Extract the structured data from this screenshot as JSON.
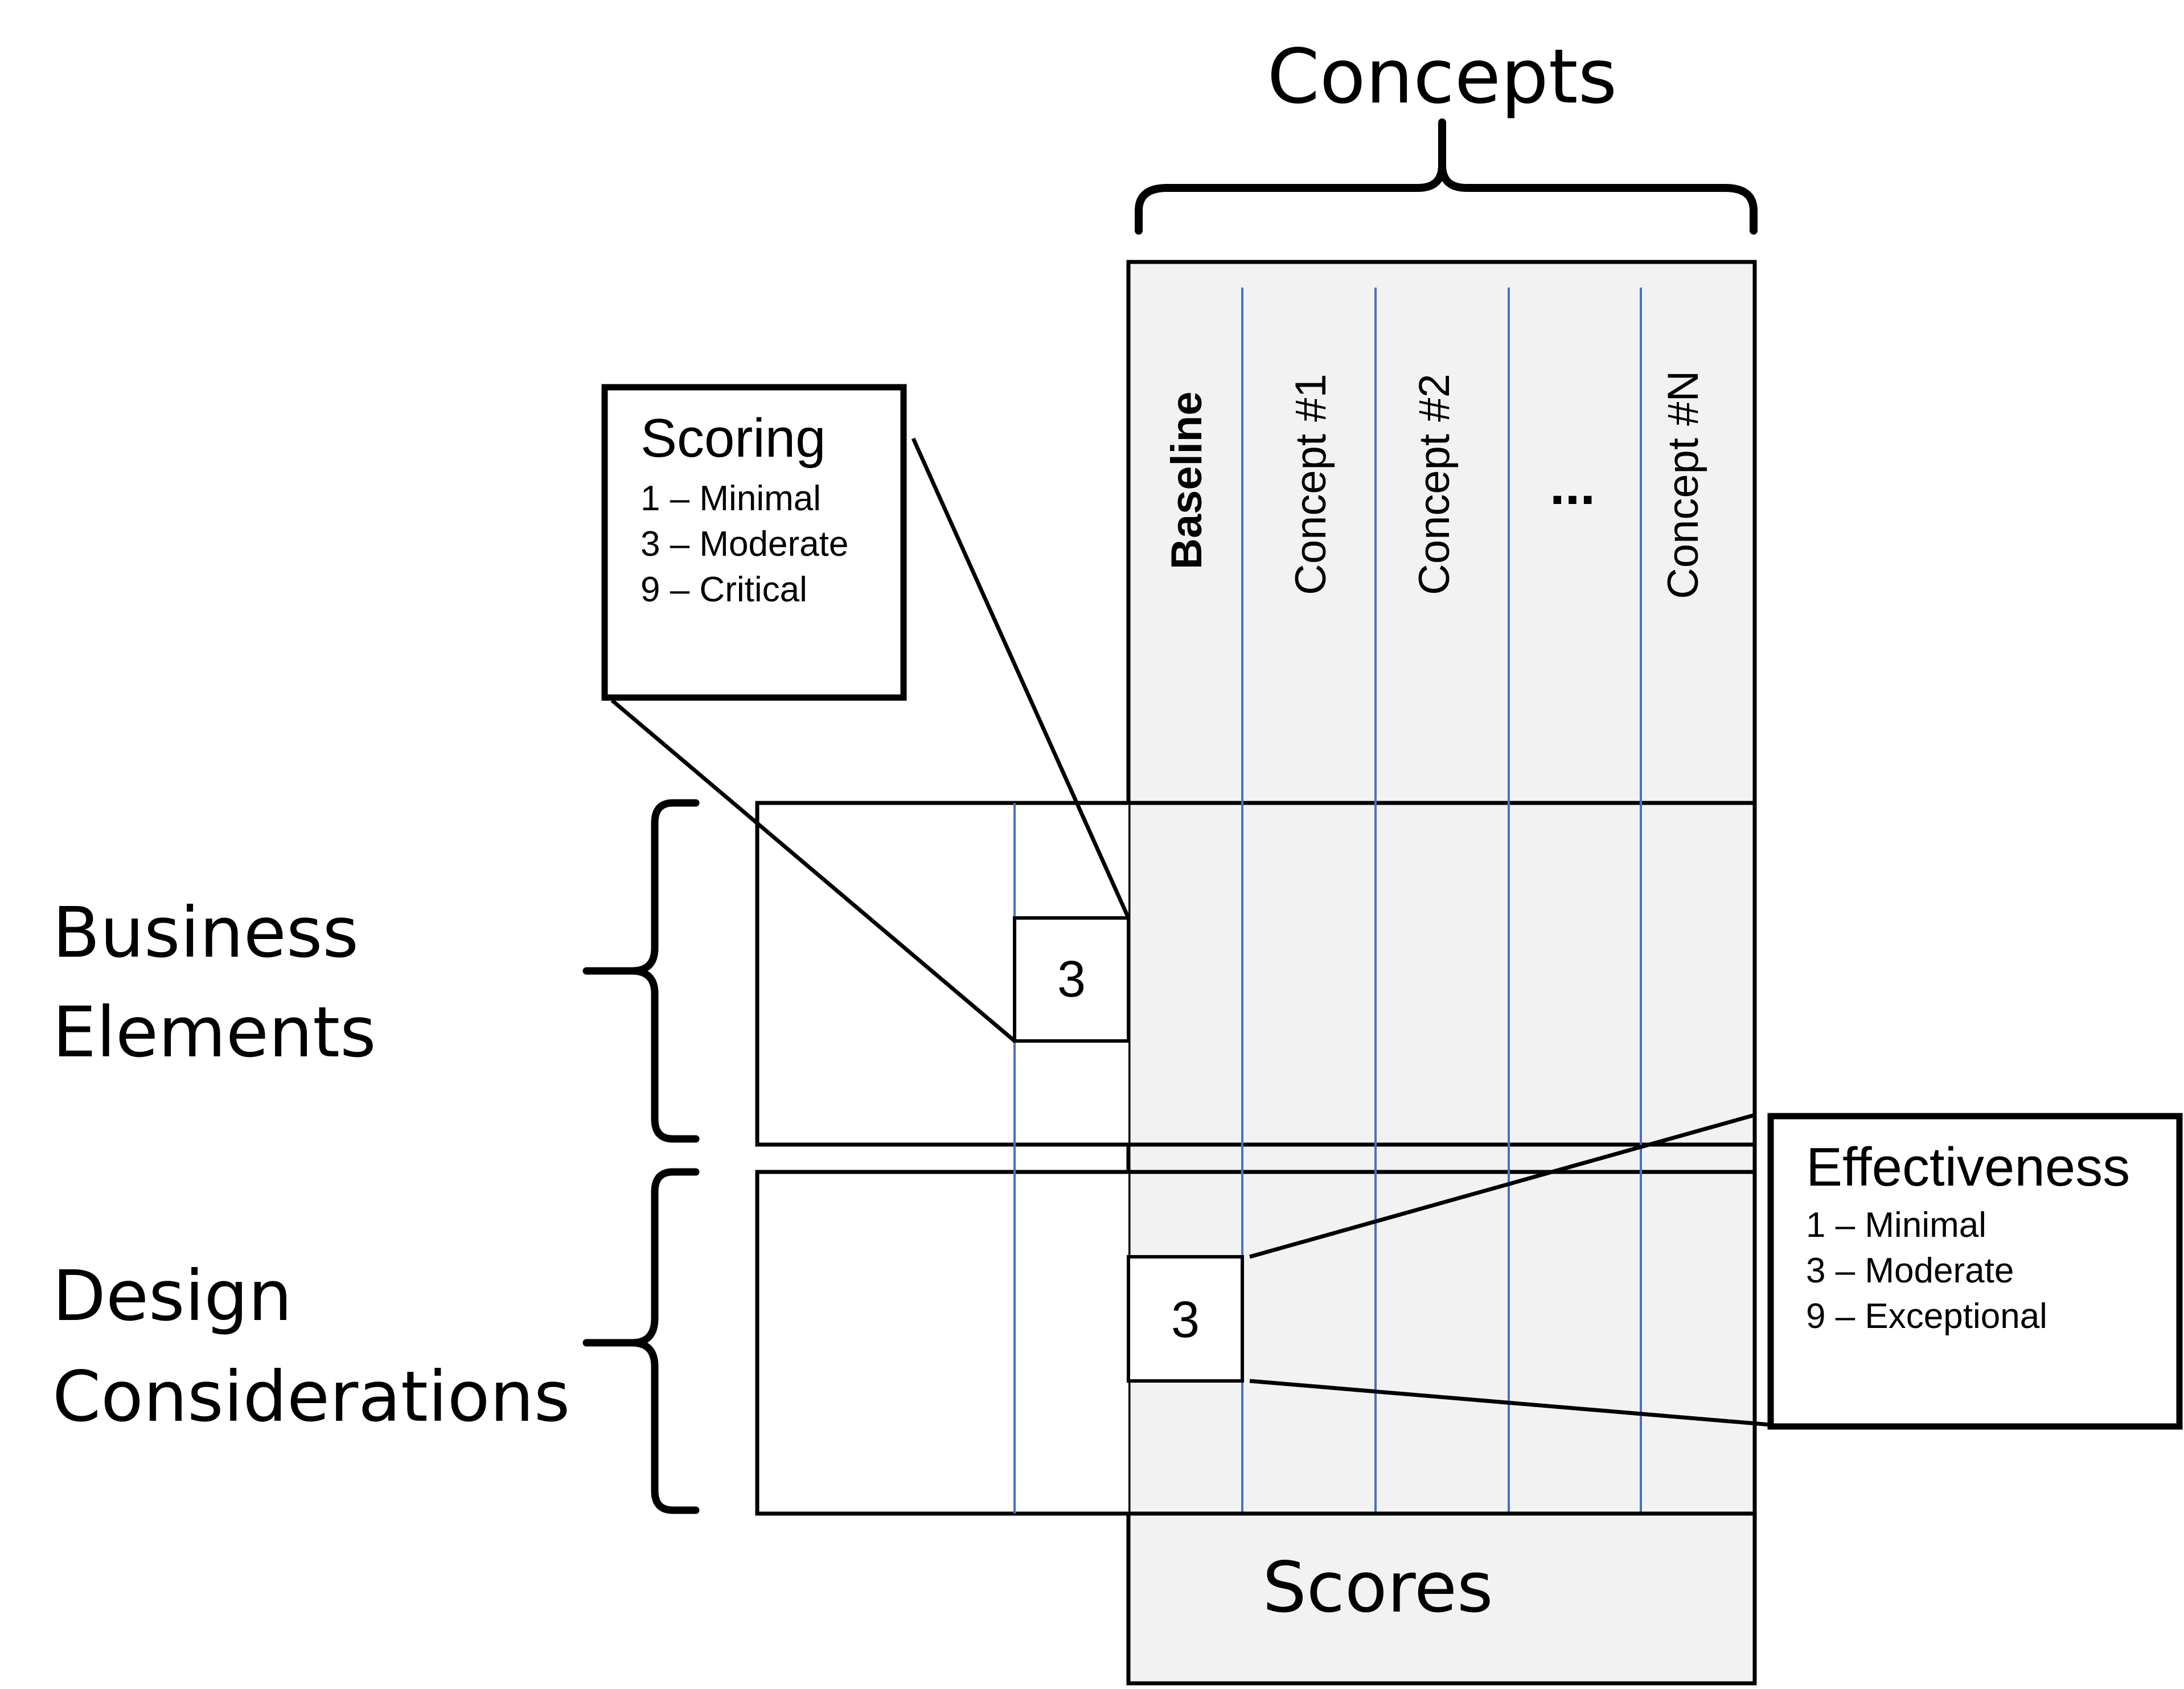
{
  "title": "Concepts",
  "columns": [
    "Baseline",
    "Concept #1",
    "Concept #2",
    "...",
    "Concept #N"
  ],
  "row_groups": [
    {
      "line1": "Business",
      "line2": "Elements"
    },
    {
      "line1": "Design",
      "line2": "Considerations"
    }
  ],
  "scoring_box": {
    "title": "Scoring",
    "items": [
      "1 – Minimal",
      "3 – Moderate",
      "9 – Critical"
    ]
  },
  "effectiveness_box": {
    "title": "Effectiveness",
    "items": [
      "1 – Minimal",
      "3 – Moderate",
      "9 – Exceptional"
    ]
  },
  "sample_cells": {
    "business": "3",
    "design": "3"
  },
  "footer": "Scores",
  "colors": {
    "stroke": "#000000",
    "column_divider": "#4a72b8",
    "matrix_fill": "#f2f2f2",
    "background": "#ffffff"
  }
}
